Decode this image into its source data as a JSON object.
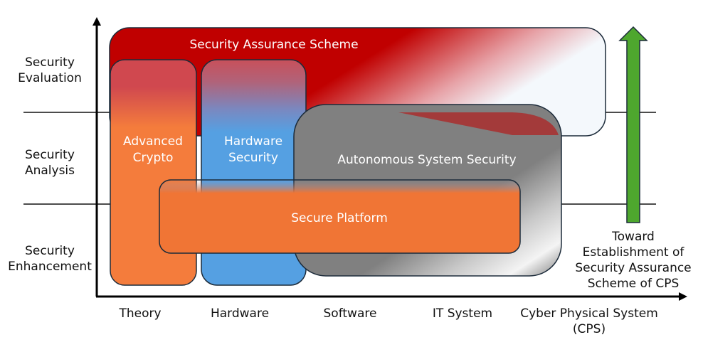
{
  "diagram": {
    "y_axis_levels": [
      {
        "line1": "Security",
        "line2": "Evaluation"
      },
      {
        "line1": "Security",
        "line2": "Analysis"
      },
      {
        "line1": "Security",
        "line2": "Enhancement"
      }
    ],
    "x_axis_categories": [
      {
        "line1": "Theory",
        "line2": ""
      },
      {
        "line1": "Hardware",
        "line2": ""
      },
      {
        "line1": "Software",
        "line2": ""
      },
      {
        "line1": "IT System",
        "line2": ""
      },
      {
        "line1": "Cyber Physical System",
        "line2": "(CPS)"
      }
    ],
    "boxes": {
      "assurance": {
        "label": "Security Assurance Scheme",
        "color": "#c00000"
      },
      "crypto": {
        "line1": "Advanced",
        "line2": "Crypto",
        "color": "#f47c3c"
      },
      "hardware": {
        "line1": "Hardware",
        "line2": "Security",
        "color": "#55a0e2"
      },
      "autonomous": {
        "label": "Autonomous System Security",
        "color": "#808080"
      },
      "platform": {
        "label": "Secure Platform",
        "color": "#f07535"
      }
    },
    "goal_arrow": {
      "color": "#4ea72e",
      "lines": [
        "Toward",
        "Establishment of",
        "Security Assurance",
        "Scheme of CPS"
      ]
    }
  }
}
